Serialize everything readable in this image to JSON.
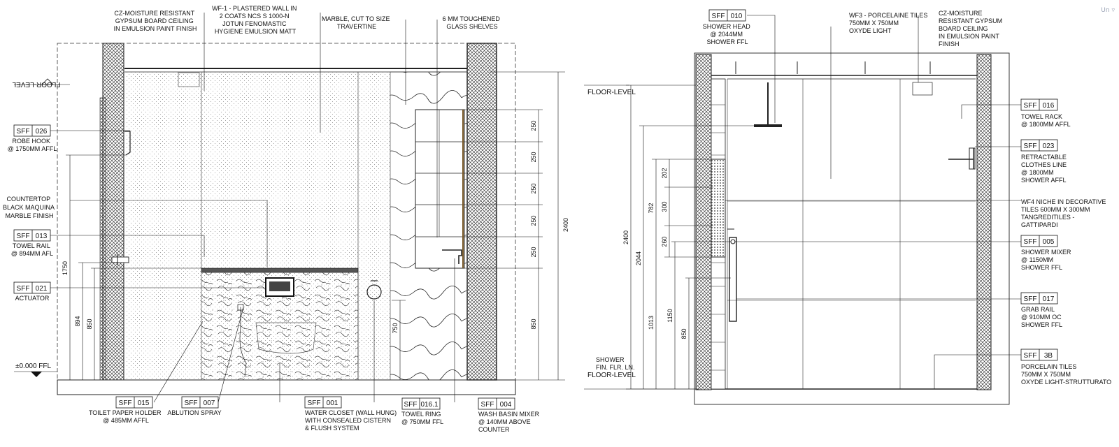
{
  "app": {
    "zoom_label": "Un"
  },
  "left": {
    "notes": {
      "ceiling": [
        "CZ-MOISTURE RESISTANT",
        "GYPSUM BOARD CEILING",
        "IN EMULSION PAINT FINISH"
      ],
      "wall": [
        "WF-1 - PLASTERED WALL IN",
        "2 COATS NCS S 1000-N",
        "JOTUN FENOMASTIC",
        "HYGIENE EMULSION MATT"
      ],
      "marble": [
        "MARBLE, CUT TO SIZE",
        "TRAVERTINE"
      ],
      "glass": [
        "6 MM TOUGHENED",
        "GLASS SHELVES"
      ],
      "countertop": [
        "COUNTERTOP",
        "BLACK MAQUINA",
        "MARBLE FINISH"
      ],
      "floor_level_mirrored": "FLOOR-LEVEL",
      "ffl": "±0.000 FFL"
    },
    "tags": [
      {
        "code": "SFF",
        "num": "026",
        "desc": [
          "ROBE HOOK",
          "@ 1750MM AFFL"
        ]
      },
      {
        "code": "SFF",
        "num": "013",
        "desc": [
          "TOWEL RAIL",
          "@ 894MM AFL"
        ]
      },
      {
        "code": "SFF",
        "num": "021",
        "desc": [
          "ACTUATOR"
        ]
      },
      {
        "code": "SFF",
        "num": "015",
        "desc": [
          "TOILET PAPER HOLDER",
          "@ 485MM AFFL"
        ]
      },
      {
        "code": "SFF",
        "num": "007",
        "desc": [
          "ABLUTION SPRAY"
        ]
      },
      {
        "code": "SFF",
        "num": "001",
        "desc": [
          "WATER CLOSET (WALL HUNG)",
          "WITH CONSEALED CISTERN",
          "& FLUSH SYSTEM"
        ]
      },
      {
        "code": "SFF",
        "num": "016.1",
        "desc": [
          "TOWEL RING",
          "@ 750MM FFL"
        ]
      },
      {
        "code": "SFF",
        "num": "004",
        "desc": [
          "WASH BASIN MIXER",
          "@ 140MM ABOVE",
          "COUNTER"
        ]
      }
    ],
    "dims": {
      "total": "2400",
      "d1750": "1750",
      "d894": "894",
      "d850": "850",
      "shelf": [
        "250",
        "250",
        "250",
        "250",
        "250"
      ],
      "d850r": "850",
      "d750": "750"
    }
  },
  "right": {
    "notes": {
      "tiles": [
        "WF3 - PORCELAINE TILES",
        "750MM X 750MM",
        "OXYDE LIGHT"
      ],
      "ceiling": [
        "CZ-MOISTURE",
        "RESISTANT GYPSUM",
        "BOARD CEILING",
        "IN EMULSION PAINT",
        "FINISH"
      ],
      "niche": [
        "WF4 NICHE IN DECORATIVE",
        "TILES 600MM X 300MM",
        "TANGREDITILES -",
        "GATTIPARDI"
      ],
      "floor_level": "FLOOR-LEVEL",
      "shower_floor": [
        "SHOWER",
        "FIN. FLR. LN.",
        "FLOOR-LEVEL"
      ]
    },
    "tags": [
      {
        "code": "SFF",
        "num": "010",
        "desc": [
          "SHOWER HEAD",
          "@ 2044MM",
          "SHOWER FFL"
        ]
      },
      {
        "code": "SFF",
        "num": "016",
        "desc": [
          "TOWEL RACK",
          "@ 1800MM AFFL"
        ]
      },
      {
        "code": "SFF",
        "num": "023",
        "desc": [
          "RETRACTABLE",
          "CLOTHES LINE",
          "@ 1800MM",
          "SHOWER AFFL"
        ]
      },
      {
        "code": "SFF",
        "num": "005",
        "desc": [
          "SHOWER MIXER",
          "@ 1150MM",
          "SHOWER FFL"
        ]
      },
      {
        "code": "SFF",
        "num": "017",
        "desc": [
          "GRAB RAIL",
          "@ 910MM OC",
          "SHOWER FFL"
        ]
      },
      {
        "code": "SFF",
        "num": "3B",
        "desc": [
          "PORCELAIN TILES",
          "750MM X 750MM",
          "OXYDE LIGHT-STRUTTURATO"
        ]
      }
    ],
    "dims": {
      "total": "2400",
      "d2044": "2044",
      "d782": "782",
      "d202": "202",
      "d300": "300",
      "d260": "260",
      "d1013": "1013",
      "d1150": "1150",
      "d850": "850"
    }
  }
}
